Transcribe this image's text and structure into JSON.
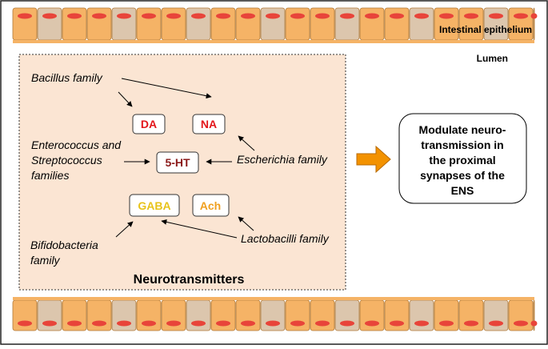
{
  "labels": {
    "epithelium": "Intestinal epithelium",
    "lumen": "Lumen",
    "panel_title": "Neurotransmitters"
  },
  "bacteria": {
    "bacillus": "Bacillus family",
    "enterococcus_line1": "Enterococcus and",
    "enterococcus_line2": "Streptococcus",
    "enterococcus_line3": "families",
    "escherichia": "Escherichia family",
    "bifidobacteria_line1": "Bifidobacteria",
    "bifidobacteria_line2": "family",
    "lactobacilli": "Lactobacilli family"
  },
  "neurotransmitters": {
    "da": "DA",
    "na": "NA",
    "serotonin": "5-HT",
    "gaba": "GABA",
    "ach": "Ach"
  },
  "outcome": {
    "line1": "Modulate neuro-",
    "line2": "transmission in",
    "line3": "the proximal",
    "line4": "synapses of the",
    "line5": "ENS"
  },
  "colors": {
    "cell_orange": "#f5b366",
    "cell_beige": "#dcc6ad",
    "nucleus": "#e8443a",
    "panel_fill": "#fbe5d3",
    "arrow_orange": "#f39200",
    "da_red": "#e3161b",
    "serotonin_maroon": "#8b1a1a",
    "gaba_yellow": "#e8c31a",
    "ach_orange": "#f0a020"
  }
}
